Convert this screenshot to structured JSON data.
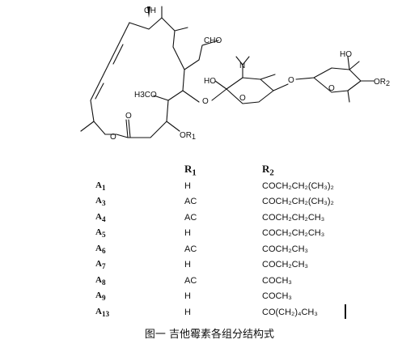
{
  "structure": {
    "labels": {
      "oh_top": "OH",
      "cho": "CHO",
      "nme2": "N",
      "oh_sugar1": "HO",
      "o_ring1": "O",
      "o_link1": "O",
      "o_link2": "O",
      "oh_sugar2": "HO",
      "o_ring2": "O",
      "or2": "OR",
      "or2_sub": "2",
      "meo": "H3CO",
      "o_ester": "O",
      "o_carbonyl": "O",
      "or1": "OR",
      "or1_sub": "1"
    }
  },
  "table": {
    "headers": {
      "r1": "R",
      "r1_sub": "1",
      "r2": "R",
      "r2_sub": "2"
    },
    "rows": [
      {
        "id": "A",
        "sub": "1",
        "r1": "H",
        "r2": "COCH₂CH₂(CH₃)₂"
      },
      {
        "id": "A",
        "sub": "3",
        "r1": "AC",
        "r2": "COCH₂CH₂(CH₃)₂"
      },
      {
        "id": "A",
        "sub": "4",
        "r1": "AC",
        "r2": "COCH₂CH₂CH₃"
      },
      {
        "id": "A",
        "sub": "5",
        "r1": "H",
        "r2": "COCH₂CH₂CH₃"
      },
      {
        "id": "A",
        "sub": "6",
        "r1": "AC",
        "r2": "COCH₂CH₃"
      },
      {
        "id": "A",
        "sub": "7",
        "r1": "H",
        "r2": "COCH₂CH₃"
      },
      {
        "id": "A",
        "sub": "8",
        "r1": "AC",
        "r2": "COCH₃"
      },
      {
        "id": "A",
        "sub": "9",
        "r1": "H",
        "r2": "COCH₃"
      },
      {
        "id": "A",
        "sub": "13",
        "r1": "H",
        "r2": "CO(CH₂)₄CH₃"
      }
    ]
  },
  "caption": "图一  吉他霉素各组分结构式"
}
